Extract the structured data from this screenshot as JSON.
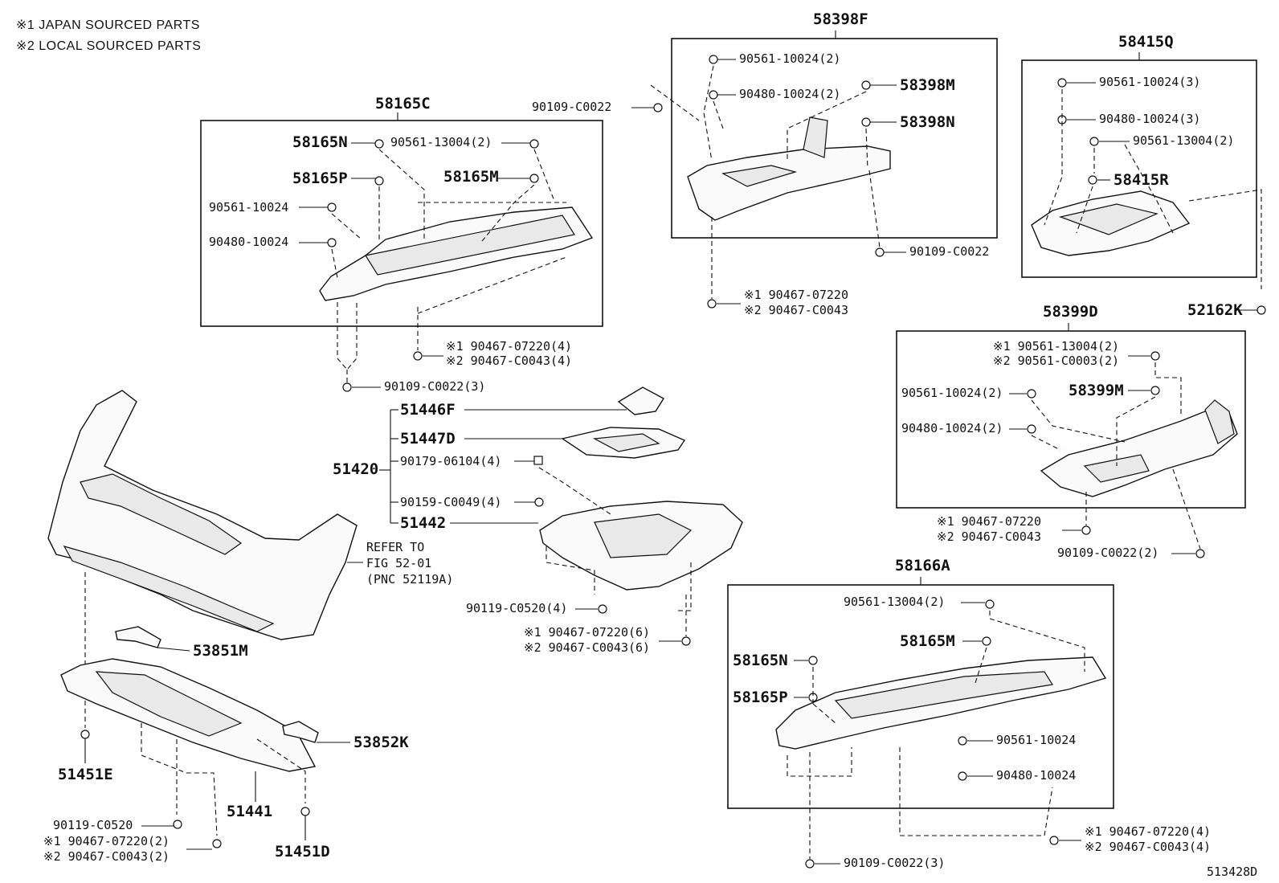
{
  "legend": {
    "line1": "※1  JAPAN SOURCED PARTS",
    "line2": "※2  LOCAL SOURCED PARTS"
  },
  "diagram_id": "513428D",
  "groups": {
    "g58165C": {
      "title": "58165C",
      "labels": [
        "58165N",
        "58165P",
        "58165M",
        "90561-13004(2)",
        "90561-10024",
        "90480-10024"
      ]
    },
    "g58398F": {
      "title": "58398F",
      "labels": [
        "90561-10024(2)",
        "90480-10024(2)",
        "58398M",
        "58398N"
      ]
    },
    "g58415Q": {
      "title": "58415Q",
      "labels": [
        "90561-10024(3)",
        "90480-10024(3)",
        "90561-13004(2)",
        "58415R"
      ]
    },
    "g58399D": {
      "title": "58399D",
      "labels": [
        "※1 90561-13004(2)",
        "※2 90561-C0003(2)",
        "58399M",
        "90561-10024(2)",
        "90480-10024(2)"
      ]
    },
    "g58166A": {
      "title": "58166A",
      "labels": [
        "90561-13004(2)",
        "58165M",
        "58165N",
        "58165P",
        "90561-10024",
        "90480-10024"
      ]
    }
  },
  "outer_labels": {
    "a": "90109-C0022",
    "b": "90109-C0022",
    "c": "※1 90467-07220",
    "d": "※2 90467-C0043",
    "e": "※1 90467-07220(4)",
    "f": "※2 90467-C0043(4)",
    "g": "90109-C0022(3)",
    "h": "52162K",
    "i": "※1  90467-07220",
    "j": "※2  90467-C0043",
    "k": "90109-C0022(2)",
    "l": "51446F",
    "m": "51447D",
    "n": "51420",
    "o": "90179-06104(4)",
    "p": "90159-C0049(4)",
    "q": "51442",
    "r": "90119-C0520(4)",
    "s": "※1 90467-07220(6)",
    "t": "※2 90467-C0043(6)",
    "u": "REFER TO",
    "v": "FIG 52-01",
    "w": "(PNC 52119A)",
    "x": "53851M",
    "y": "53852K",
    "z": "51451E",
    "aa": "51441",
    "ab": "51451D",
    "ac": "90119-C0520",
    "ad": "※1 90467-07220(2)",
    "ae": "※2 90467-C0043(2)",
    "af": "※1 90467-07220(4)",
    "ag": "※2 90467-C0043(4)",
    "ah": "90109-C0022(3)"
  }
}
